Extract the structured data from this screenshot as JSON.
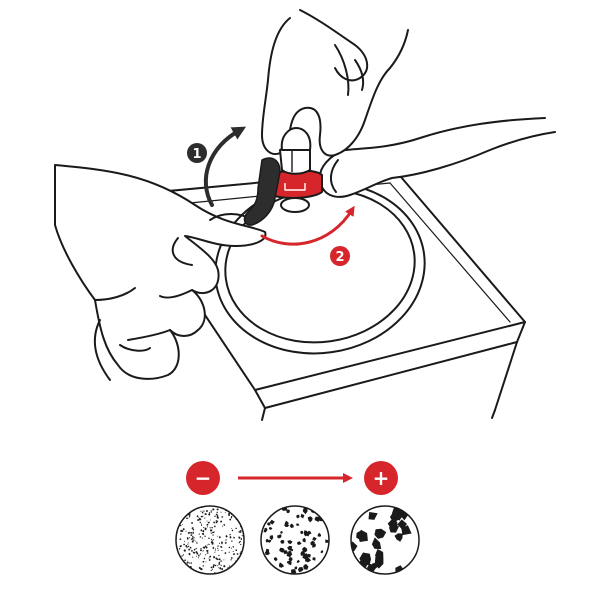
{
  "steps": {
    "step_1": {
      "label": "1",
      "color": "#2d2d2d",
      "action": "lift-lever"
    },
    "step_2": {
      "label": "2",
      "color": "#d7262b",
      "action": "rotate-ring"
    }
  },
  "grind_scale": {
    "minus_label": "−",
    "plus_label": "+",
    "accent_color": "#d7262b",
    "samples": [
      {
        "name": "fine-grind"
      },
      {
        "name": "medium-grind"
      },
      {
        "name": "coarse-grind"
      }
    ]
  },
  "colors": {
    "ink": "#1a1a1a",
    "accent": "#d7262b",
    "dark_arrow": "#2d2d2d",
    "background": "#ffffff"
  },
  "icons": [
    "step-1-badge-icon",
    "step-2-badge-icon",
    "minus-icon",
    "plus-icon",
    "arrow-right-icon",
    "curved-arrow-icon"
  ]
}
